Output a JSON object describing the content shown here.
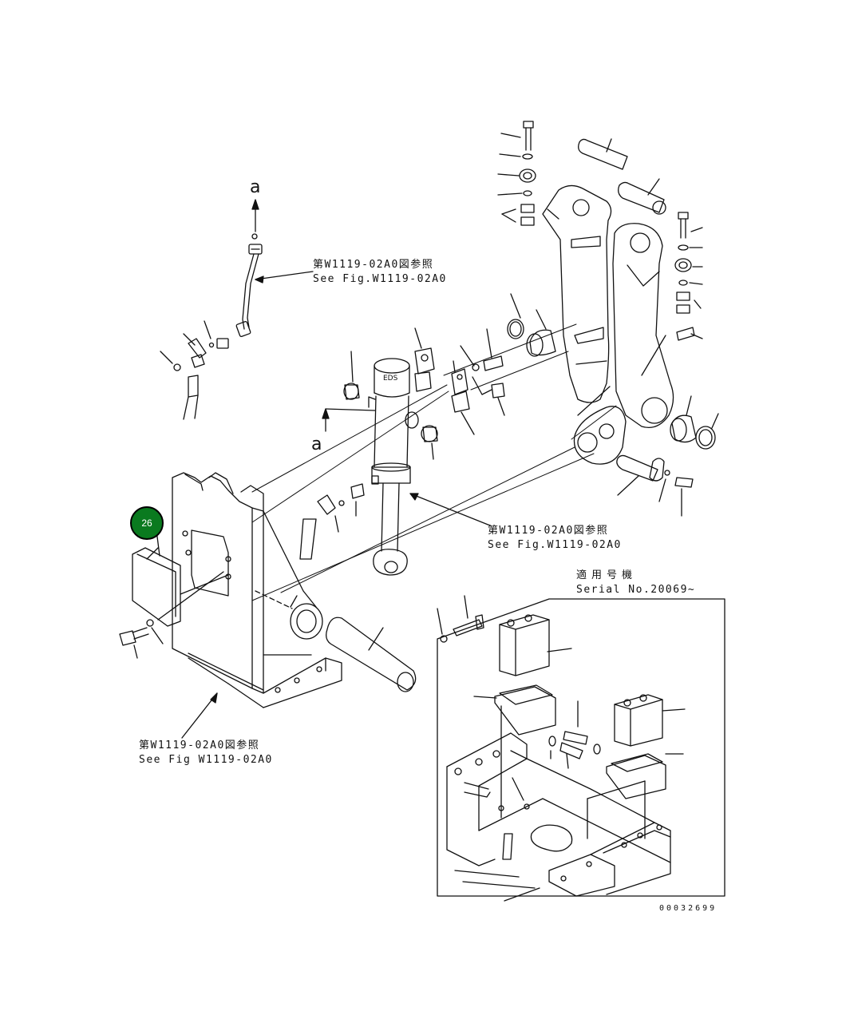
{
  "references": {
    "ref_top": {
      "jp": "第W1119-02A0図参照",
      "en": "See Fig.W1119-02A0"
    },
    "ref_mid": {
      "jp": "第W1119-02A0図参照",
      "en": "See Fig.W1119-02A0"
    },
    "ref_bottom": {
      "jp": "第W1119-02A0図参照",
      "en": "See Fig W1119-02A0"
    }
  },
  "serial": {
    "jp": "適用号機",
    "en": "Serial No.20069~"
  },
  "markers": {
    "a_top": "a",
    "a_mid": "a"
  },
  "callout": {
    "number": "26",
    "color": "#0a7a1f"
  },
  "drawing_number": "00032699"
}
